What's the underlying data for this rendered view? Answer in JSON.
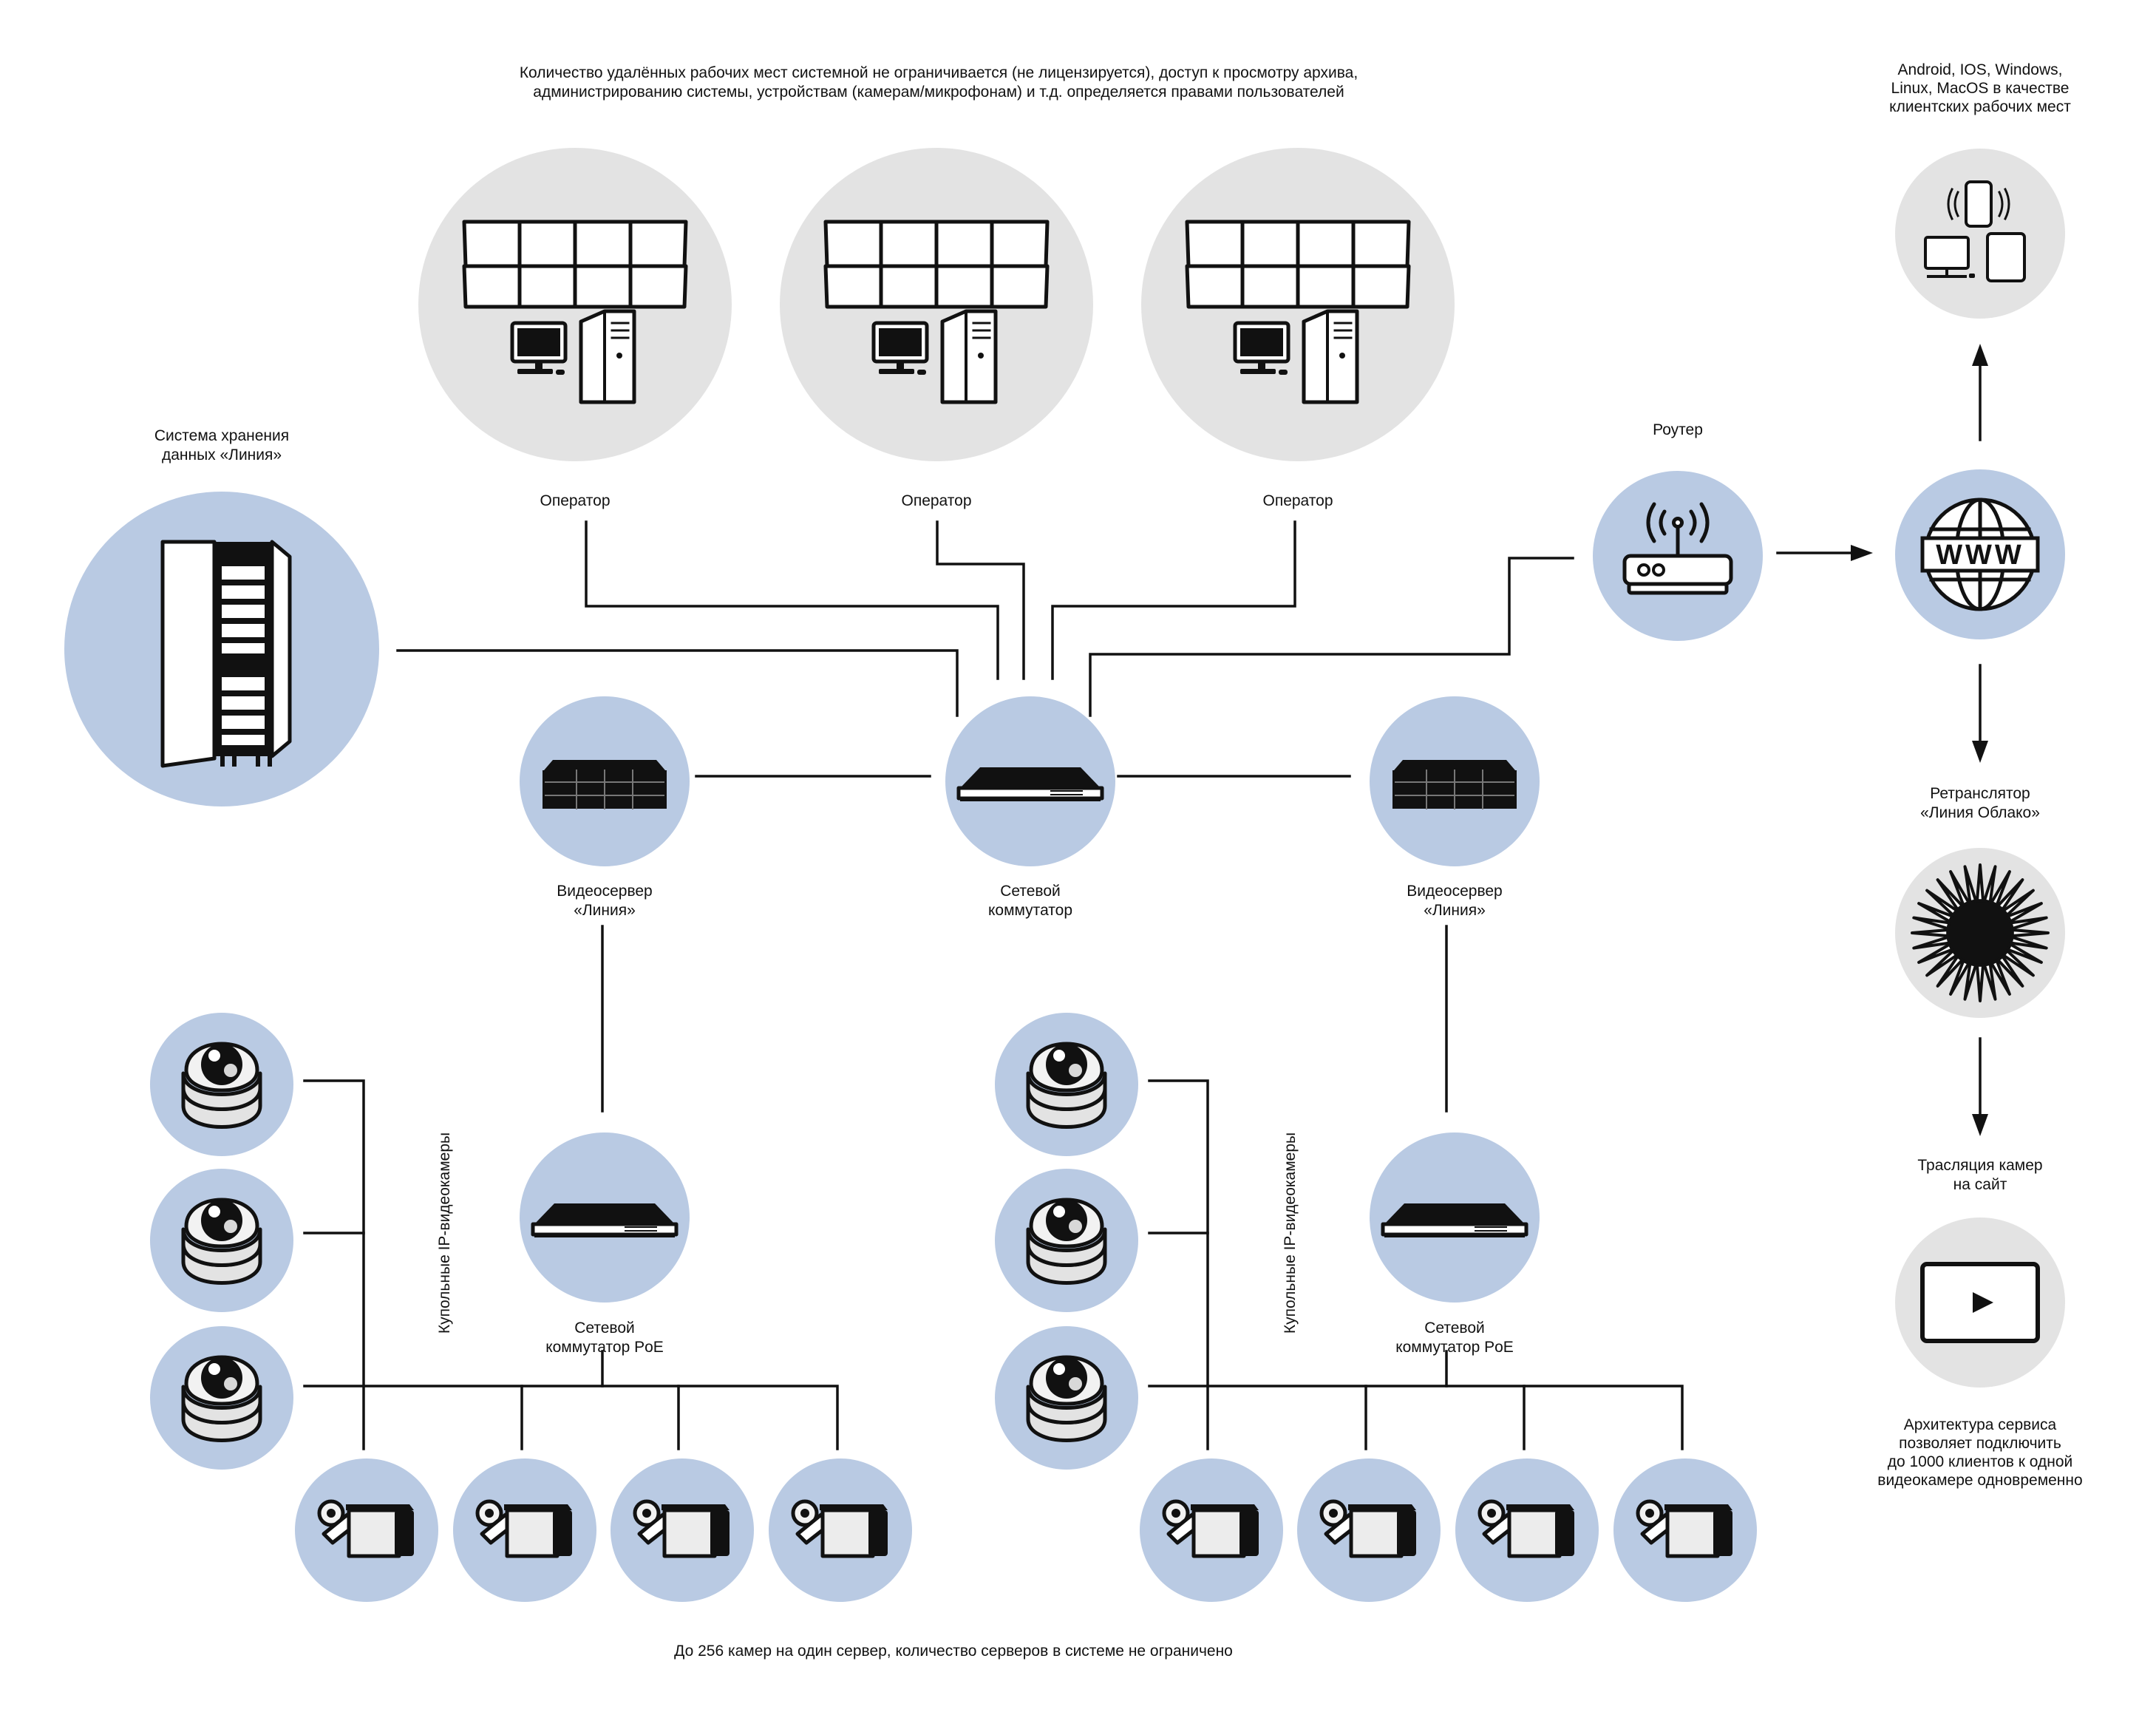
{
  "top_note": [
    "Количество удалённых рабочих мест системной не ограничивается (не лицензируется), доступ к просмотру архива,",
    "администрированию системы, устройствам (камерам/микрофонам) и т.д. определяется правами пользователей"
  ],
  "storage_label": [
    "Система хранения",
    "данных «Линия»"
  ],
  "operator_label": "Оператор",
  "router_label": "Роутер",
  "clients_note": [
    "Android, IOS, Windows,",
    "Linux, MacOS в качестве",
    "клиентских рабочих мест"
  ],
  "relay_label": [
    "Ретранслятор",
    "«Линия Облако»"
  ],
  "broadcast_label": [
    "Трасляция камер",
    "на сайт"
  ],
  "architecture_note": [
    "Архитектура сервиса",
    "позволяет подключить",
    "до 1000 клиентов к одной",
    "видеокамере одновременно"
  ],
  "video_server_label": [
    "Видеосервер",
    "«Линия»"
  ],
  "switch_label": [
    "Сетевой",
    "коммутатор"
  ],
  "poe_switch_label": [
    "Сетевой",
    "коммутатор PoE"
  ],
  "dome_cameras_label": "Купольные IP-видеокамеры",
  "www_text": "WWW",
  "bottom_note": "До 256 камер на один сервер, количество серверов в системе не ограничено",
  "colors": {
    "node_blue": "#b9cae3",
    "node_grey": "#e3e3e3",
    "ink": "#111111"
  },
  "icons": [
    "operator-workstation-icon",
    "storage-rack-icon",
    "video-server-icon",
    "network-switch-icon",
    "router-icon",
    "globe-www-icon",
    "client-devices-icon",
    "cloud-relay-icon",
    "video-player-icon",
    "dome-camera-icon",
    "bullet-camera-icon"
  ]
}
